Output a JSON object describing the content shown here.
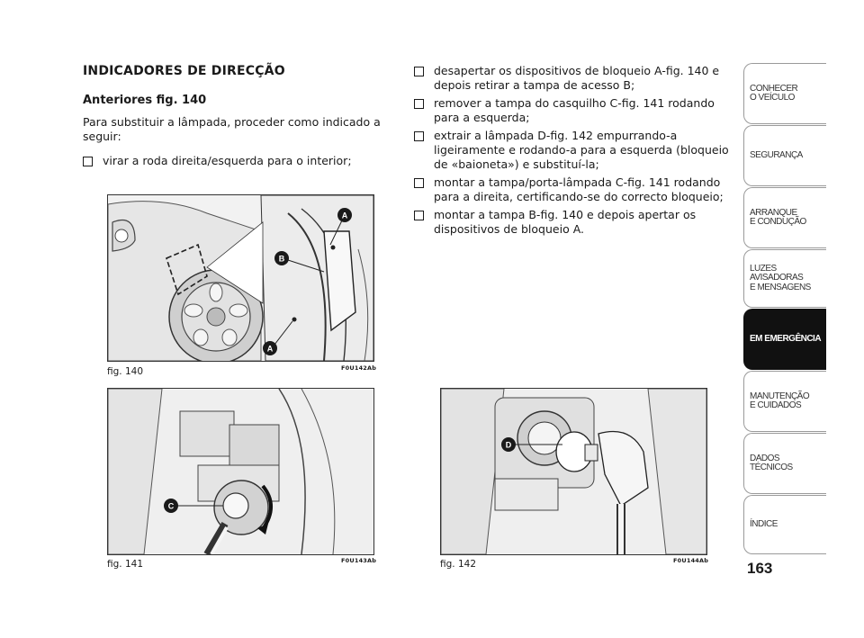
{
  "section": {
    "heading": "INDICADORES DE DIRECÇÃO",
    "subheading": "Anteriores fig. 140",
    "intro": "Para substituir a lâmpada, proceder como indicado a seguir:",
    "left_bullets": [
      "virar a roda direita/esquerda para o interior;"
    ],
    "right_bullets": [
      "desapertar os dispositivos de bloqueio A-fig. 140 e depois retirar a tampa de acesso B;",
      "remover a tampa do casquilho C-fig. 141 rodando para a esquerda;",
      "extrair a lâmpada D-fig. 142 empurrando-a ligeiramente e rodando-a para a esquerda (bloqueio de «baioneta») e substituí-la;",
      "montar a tampa/porta-lâmpada C-fig. 141 rodando para a direita, certificando-se do correcto bloqueio;",
      "montar a tampa B-fig. 140 e depois apertar os dispositivos de bloqueio A."
    ]
  },
  "figures": {
    "fig140": {
      "caption": "fig. 140",
      "code": "F0U142Ab",
      "labels": [
        "A",
        "B",
        "A"
      ]
    },
    "fig141": {
      "caption": "fig. 141",
      "code": "F0U143Ab",
      "labels": [
        "C"
      ]
    },
    "fig142": {
      "caption": "fig. 142",
      "code": "F0U144Ab",
      "labels": [
        "D"
      ]
    }
  },
  "sidebar": {
    "items": [
      {
        "label_lines": [
          "CONHECER",
          "O VEÍCULO"
        ],
        "active": false
      },
      {
        "label_lines": [
          "SEGURANÇA"
        ],
        "active": false
      },
      {
        "label_lines": [
          "ARRANQUE",
          "E CONDUÇÃO"
        ],
        "active": false
      },
      {
        "label_lines": [
          "LUZES",
          "AVISADORAS",
          "E MENSAGENS"
        ],
        "active": false
      },
      {
        "label_lines": [
          "EM EMERGÊNCIA"
        ],
        "active": true
      },
      {
        "label_lines": [
          "MANUTENÇÃO",
          "E CUIDADOS"
        ],
        "active": false
      },
      {
        "label_lines": [
          "DADOS",
          "TÉCNICOS"
        ],
        "active": false
      },
      {
        "label_lines": [
          "ÍNDICE"
        ],
        "active": false
      }
    ]
  },
  "page_number": "163"
}
